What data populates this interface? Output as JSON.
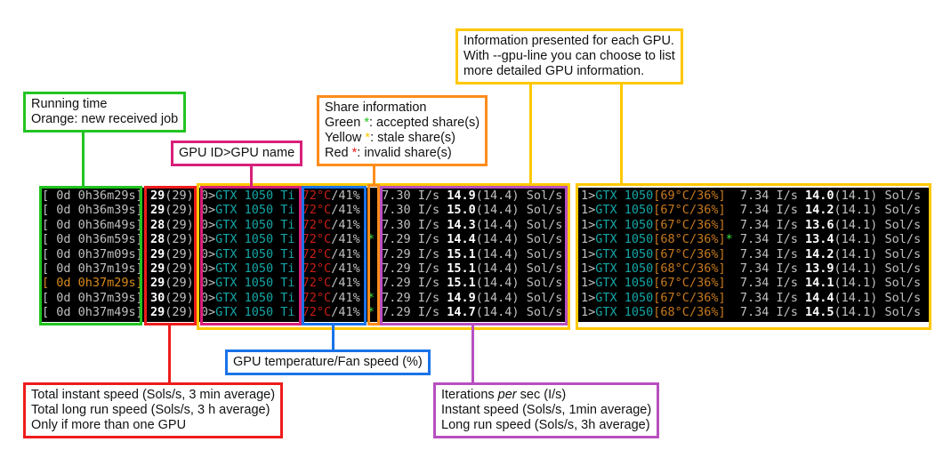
{
  "colors": {
    "green": "#22c422",
    "red": "#ee1c1c",
    "yellow": "#ffc800",
    "pink": "#d9207a",
    "blue": "#1a73e8",
    "orange": "#ff8c1a",
    "purple": "#b84fc0",
    "accepted_star": "#3fe03f",
    "stale_star": "#e8d22a",
    "invalid_star": "#ee1c1c"
  },
  "terminal": {
    "rows": [
      {
        "time": "[ 0d 0h36m29s]",
        "new_job": false,
        "total": "29",
        "total_long": "(29)",
        "gpu0": {
          "id": "0>",
          "name": "GTX 1050 Ti",
          "temp": "72°C",
          "fan": "/41%",
          "share": "",
          "its": "7.30 I/s",
          "sol": "14.9",
          "sol_long": "(14.4)",
          "unit": "Sol/s"
        },
        "gpu1": {
          "id": "1>",
          "name": "GTX 1050",
          "temp": "[69°C",
          "fan": "/36%]",
          "share": "",
          "its": "7.34 I/s",
          "sol": "14.0",
          "sol_long": "(14.1)",
          "unit": "Sol/s"
        }
      },
      {
        "time": "[ 0d 0h36m39s]",
        "new_job": false,
        "total": "29",
        "total_long": "(29)",
        "gpu0": {
          "id": "0>",
          "name": "GTX 1050 Ti",
          "temp": "72°C",
          "fan": "/41%",
          "share": "",
          "its": "7.30 I/s",
          "sol": "15.0",
          "sol_long": "(14.4)",
          "unit": "Sol/s"
        },
        "gpu1": {
          "id": "1>",
          "name": "GTX 1050",
          "temp": "[67°C",
          "fan": "/36%]",
          "share": "",
          "its": "7.34 I/s",
          "sol": "14.2",
          "sol_long": "(14.1)",
          "unit": "Sol/s"
        }
      },
      {
        "time": "[ 0d 0h36m49s]",
        "new_job": false,
        "total": "28",
        "total_long": "(29)",
        "gpu0": {
          "id": "0>",
          "name": "GTX 1050 Ti",
          "temp": "72°C",
          "fan": "/41%",
          "share": "",
          "its": "7.30 I/s",
          "sol": "14.3",
          "sol_long": "(14.4)",
          "unit": "Sol/s"
        },
        "gpu1": {
          "id": "1>",
          "name": "GTX 1050",
          "temp": "[67°C",
          "fan": "/36%]",
          "share": "",
          "its": "7.34 I/s",
          "sol": "13.6",
          "sol_long": "(14.1)",
          "unit": "Sol/s"
        }
      },
      {
        "time": "[ 0d 0h36m59s]",
        "new_job": false,
        "total": "28",
        "total_long": "(29)",
        "gpu0": {
          "id": "0>",
          "name": "GTX 1050 Ti",
          "temp": "72°C",
          "fan": "/41%",
          "share": "*",
          "its": "7.29 I/s",
          "sol": "14.4",
          "sol_long": "(14.4)",
          "unit": "Sol/s"
        },
        "gpu1": {
          "id": "1>",
          "name": "GTX 1050",
          "temp": "[68°C",
          "fan": "/36%]",
          "share": "*",
          "its": "7.34 I/s",
          "sol": "13.4",
          "sol_long": "(14.1)",
          "unit": "Sol/s"
        }
      },
      {
        "time": "[ 0d 0h37m09s]",
        "new_job": false,
        "total": "29",
        "total_long": "(29)",
        "gpu0": {
          "id": "0>",
          "name": "GTX 1050 Ti",
          "temp": "72°C",
          "fan": "/41%",
          "share": "",
          "its": "7.29 I/s",
          "sol": "15.1",
          "sol_long": "(14.4)",
          "unit": "Sol/s"
        },
        "gpu1": {
          "id": "1>",
          "name": "GTX 1050",
          "temp": "[67°C",
          "fan": "/36%]",
          "share": "",
          "its": "7.34 I/s",
          "sol": "14.2",
          "sol_long": "(14.1)",
          "unit": "Sol/s"
        }
      },
      {
        "time": "[ 0d 0h37m19s]",
        "new_job": false,
        "total": "29",
        "total_long": "(29)",
        "gpu0": {
          "id": "0>",
          "name": "GTX 1050 Ti",
          "temp": "72°C",
          "fan": "/41%",
          "share": "",
          "its": "7.29 I/s",
          "sol": "15.1",
          "sol_long": "(14.4)",
          "unit": "Sol/s"
        },
        "gpu1": {
          "id": "1>",
          "name": "GTX 1050",
          "temp": "[68°C",
          "fan": "/36%]",
          "share": "",
          "its": "7.34 I/s",
          "sol": "13.9",
          "sol_long": "(14.1)",
          "unit": "Sol/s"
        }
      },
      {
        "time": "[ 0d 0h37m29s]",
        "new_job": true,
        "total": "29",
        "total_long": "(29)",
        "gpu0": {
          "id": "0>",
          "name": "GTX 1050 Ti",
          "temp": "72°C",
          "fan": "/41%",
          "share": "",
          "its": "7.29 I/s",
          "sol": "15.1",
          "sol_long": "(14.4)",
          "unit": "Sol/s"
        },
        "gpu1": {
          "id": "1>",
          "name": "GTX 1050",
          "temp": "[67°C",
          "fan": "/36%]",
          "share": "",
          "its": "7.34 I/s",
          "sol": "14.1",
          "sol_long": "(14.1)",
          "unit": "Sol/s"
        }
      },
      {
        "time": "[ 0d 0h37m39s]",
        "new_job": false,
        "total": "30",
        "total_long": "(29)",
        "gpu0": {
          "id": "0>",
          "name": "GTX 1050 Ti",
          "temp": "72°C",
          "fan": "/41%",
          "share": "*",
          "its": "7.29 I/s",
          "sol": "14.9",
          "sol_long": "(14.4)",
          "unit": "Sol/s"
        },
        "gpu1": {
          "id": "1>",
          "name": "GTX 1050",
          "temp": "[67°C",
          "fan": "/36%]",
          "share": "",
          "its": "7.34 I/s",
          "sol": "14.4",
          "sol_long": "(14.1)",
          "unit": "Sol/s"
        }
      },
      {
        "time": "[ 0d 0h37m49s]",
        "new_job": false,
        "total": "29",
        "total_long": "(29)",
        "gpu0": {
          "id": "0>",
          "name": "GTX 1050 Ti",
          "temp": "72°C",
          "fan": "/41%",
          "share": "*",
          "its": "7.29 I/s",
          "sol": "14.7",
          "sol_long": "(14.4)",
          "unit": "Sol/s"
        },
        "gpu1": {
          "id": "1>",
          "name": "GTX 1050",
          "temp": "[68°C",
          "fan": "/36%]",
          "share": "",
          "its": "7.34 I/s",
          "sol": "14.5",
          "sol_long": "(14.1)",
          "unit": "Sol/s"
        }
      }
    ]
  },
  "annotations": {
    "running_time": [
      "Running time",
      "Orange: new received job"
    ],
    "gpu_id": [
      "GPU ID>GPU name"
    ],
    "share_info": {
      "title": "Share information",
      "green_pre": "Green ",
      "green_post": ": accepted share(s)",
      "yellow_pre": "Yellow ",
      "yellow_post": ": stale share(s)",
      "red_pre": "Red ",
      "red_post": ": invalid share(s)",
      "star": "*"
    },
    "gpu_info": [
      "Information presented for each GPU.",
      "With --gpu-line you can choose to list",
      "more detailed GPU information."
    ],
    "temperature": [
      "GPU temperature/Fan speed (%)"
    ],
    "total_speed": [
      "Total instant speed (Sols/s, 3 min average)",
      "Total long run speed (Sols/s, 3 h average)",
      "Only if more than one GPU"
    ],
    "iterations": {
      "line1_pre": "Iterations ",
      "line1_em": "per",
      "line1_post": " sec (I/s)",
      "line2": "Instant speed (Sols/s, 1min average)",
      "line3": "Long run speed (Sols/s, 3h average)"
    }
  }
}
